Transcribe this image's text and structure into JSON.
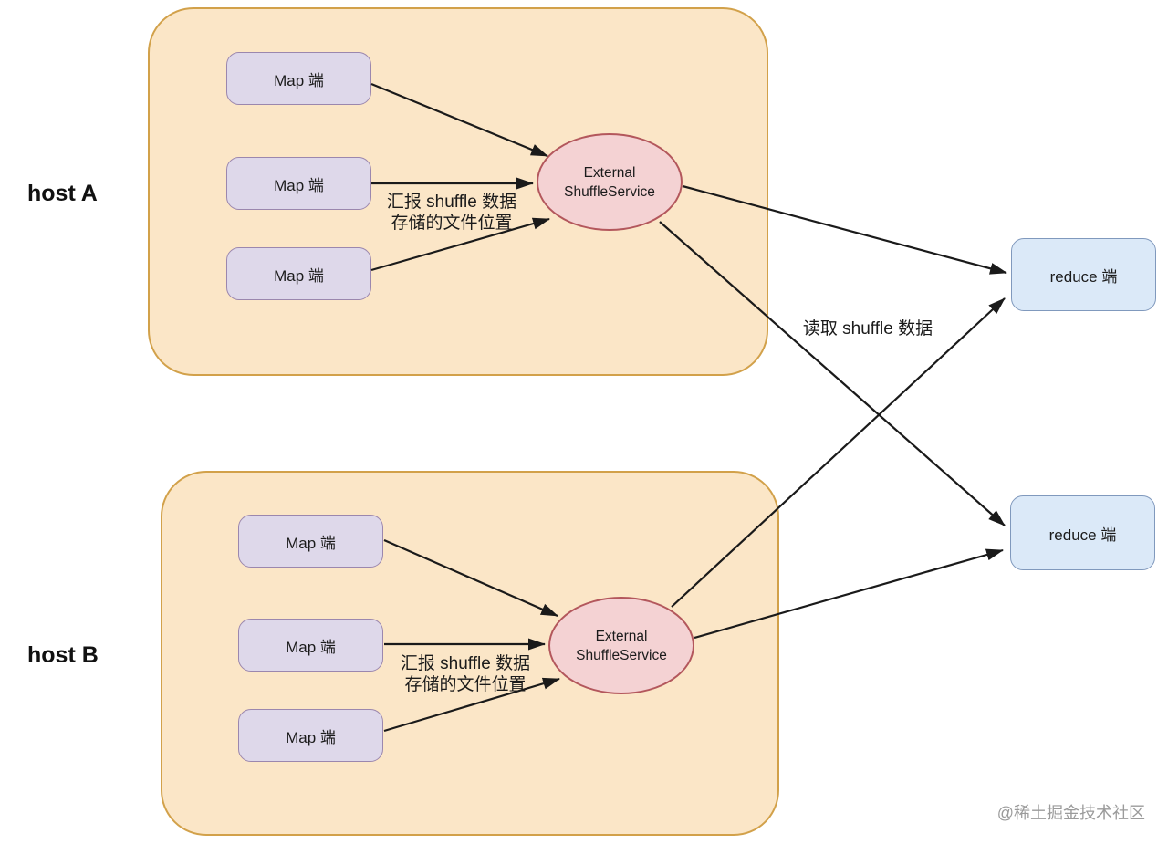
{
  "diagram": {
    "hosts": [
      {
        "label": "host A"
      },
      {
        "label": "host B"
      }
    ],
    "nodes": {
      "map_label": "Map 端",
      "shuffle_service_line1": "External",
      "shuffle_service_line2": "ShuffleService",
      "reduce_label": "reduce 端"
    },
    "annotations": {
      "report_line1": "汇报 shuffle 数据",
      "report_line2": "存储的文件位置",
      "read_label": "读取 shuffle 数据"
    },
    "watermark": "@稀土掘金技术社区",
    "colors": {
      "host_fill": "#fbe6c7",
      "host_border": "#d2a14a",
      "map_fill": "#ded8ea",
      "map_border": "#9b87ae",
      "service_fill": "#f4d2d3",
      "service_border": "#b3575c",
      "reduce_fill": "#dbe9f8",
      "reduce_border": "#8099bd",
      "arrow": "#1a1a1a",
      "watermark_text": "#9b9b9b"
    }
  }
}
